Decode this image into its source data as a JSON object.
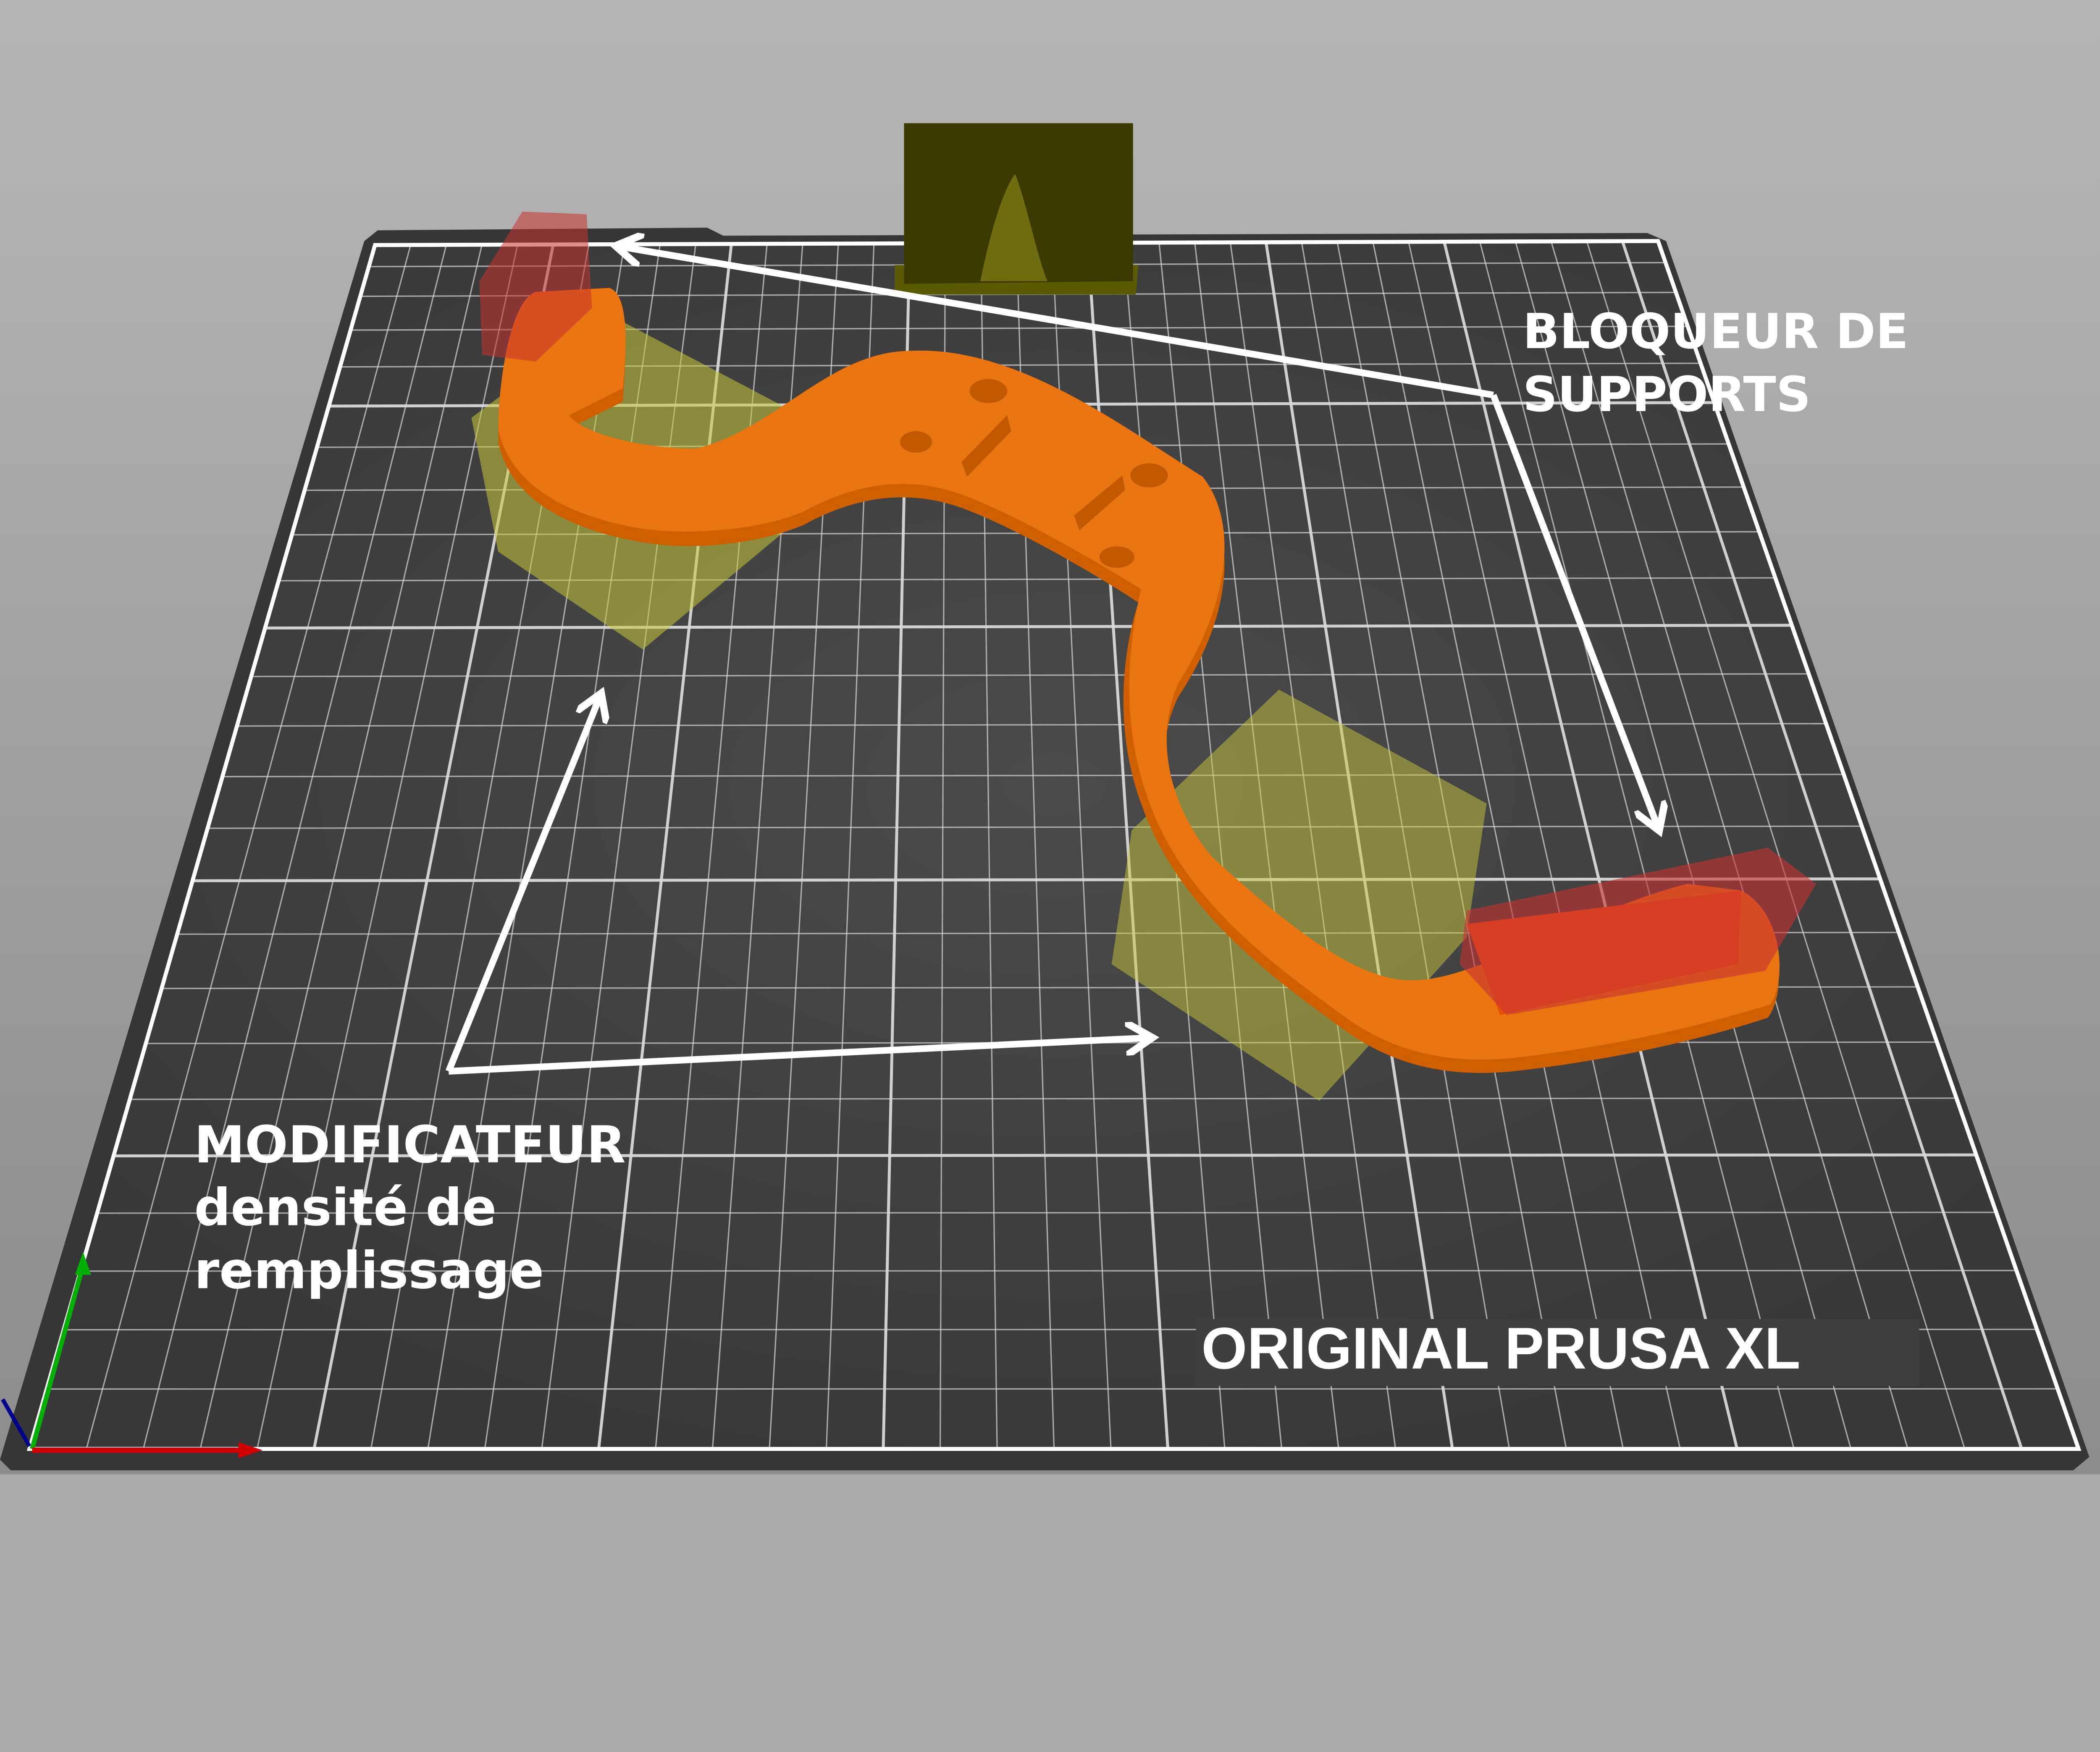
{
  "viewport": {
    "printer_bed_label": "ORIGINAL PRUSA XL",
    "grid_columns": 36,
    "grid_rows": 25
  },
  "annotations": {
    "support_blocker": {
      "line1": "BLOQUEUR DE",
      "line2": "SUPPORTS"
    },
    "modifier": {
      "line1": "MODIFICATEUR",
      "line2": "densité de",
      "line3": "remplissage"
    }
  },
  "colors": {
    "background_top": "#b4b4b4",
    "background_bottom": "#8a8a8a",
    "bed": "#3d3d3d",
    "grid": "#d8d8d8",
    "part": "#e8720c",
    "modifier": "#c8c83c",
    "support_blocker": "#c83232",
    "wipe_tower": "#3c3c00",
    "axis_x": "#d00000",
    "axis_y": "#00b000",
    "axis_z": "#00008c"
  },
  "icons": [
    "axis-gizmo-icon"
  ]
}
